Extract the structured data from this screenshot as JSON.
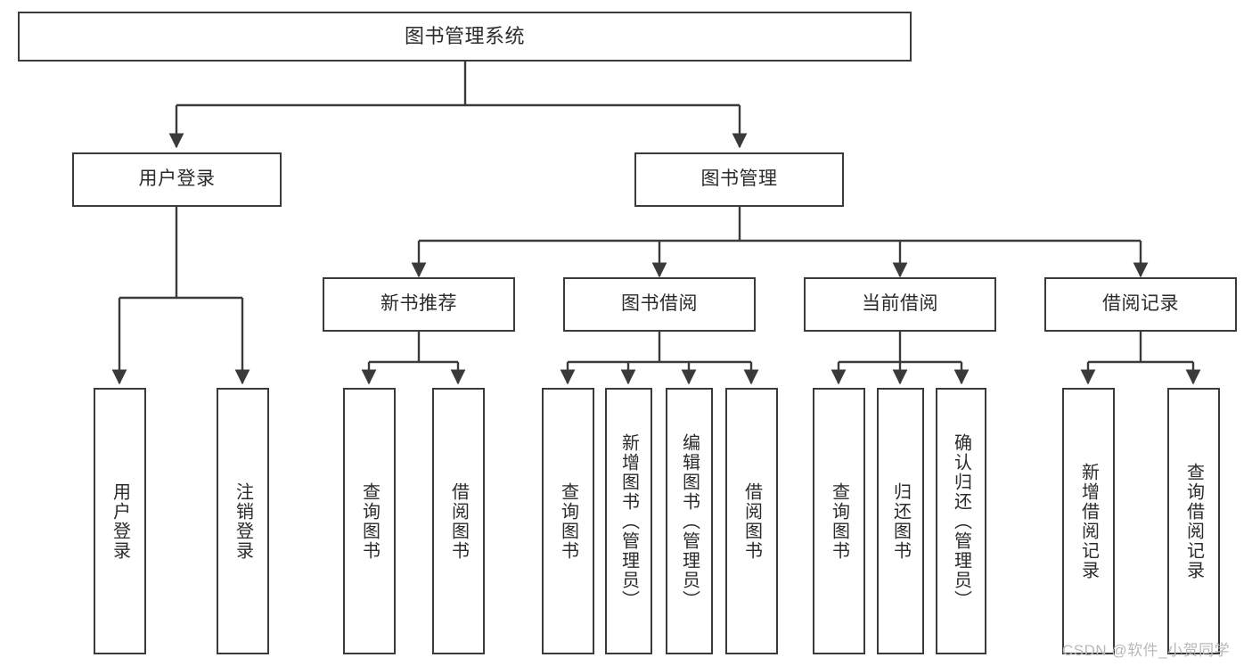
{
  "diagram": {
    "title": "图书管理系统",
    "type": "hierarchy-tree",
    "stroke_color": "#3a3a3a",
    "text_color": "#2b2b2b",
    "background": "#ffffff"
  },
  "nodes": {
    "root": {
      "label": "图书管理系统"
    },
    "level2": [
      {
        "label": "用户登录"
      },
      {
        "label": "图书管理"
      }
    ],
    "level3": [
      {
        "label": "新书推荐"
      },
      {
        "label": "图书借阅"
      },
      {
        "label": "当前借阅"
      },
      {
        "label": "借阅记录"
      }
    ],
    "leaves": {
      "user_login": [
        {
          "label": "用户登录"
        },
        {
          "label": "注销登录"
        }
      ],
      "new_book": [
        {
          "label": "查询图书"
        },
        {
          "label": "借阅图书"
        }
      ],
      "book_borrow": [
        {
          "label": "查询图书"
        },
        {
          "label": "新增图书（管理员）"
        },
        {
          "label": "编辑图书（管理员）"
        },
        {
          "label": "借阅图书"
        }
      ],
      "current_borrow": [
        {
          "label": "查询图书"
        },
        {
          "label": "归还图书"
        },
        {
          "label": "确认归还（管理员）"
        }
      ],
      "borrow_record": [
        {
          "label": "新增借阅记录"
        },
        {
          "label": "查询借阅记录"
        }
      ]
    }
  },
  "watermark": {
    "text": "CSDN @软件_小贺同学",
    "color": "#b9b9b9"
  }
}
